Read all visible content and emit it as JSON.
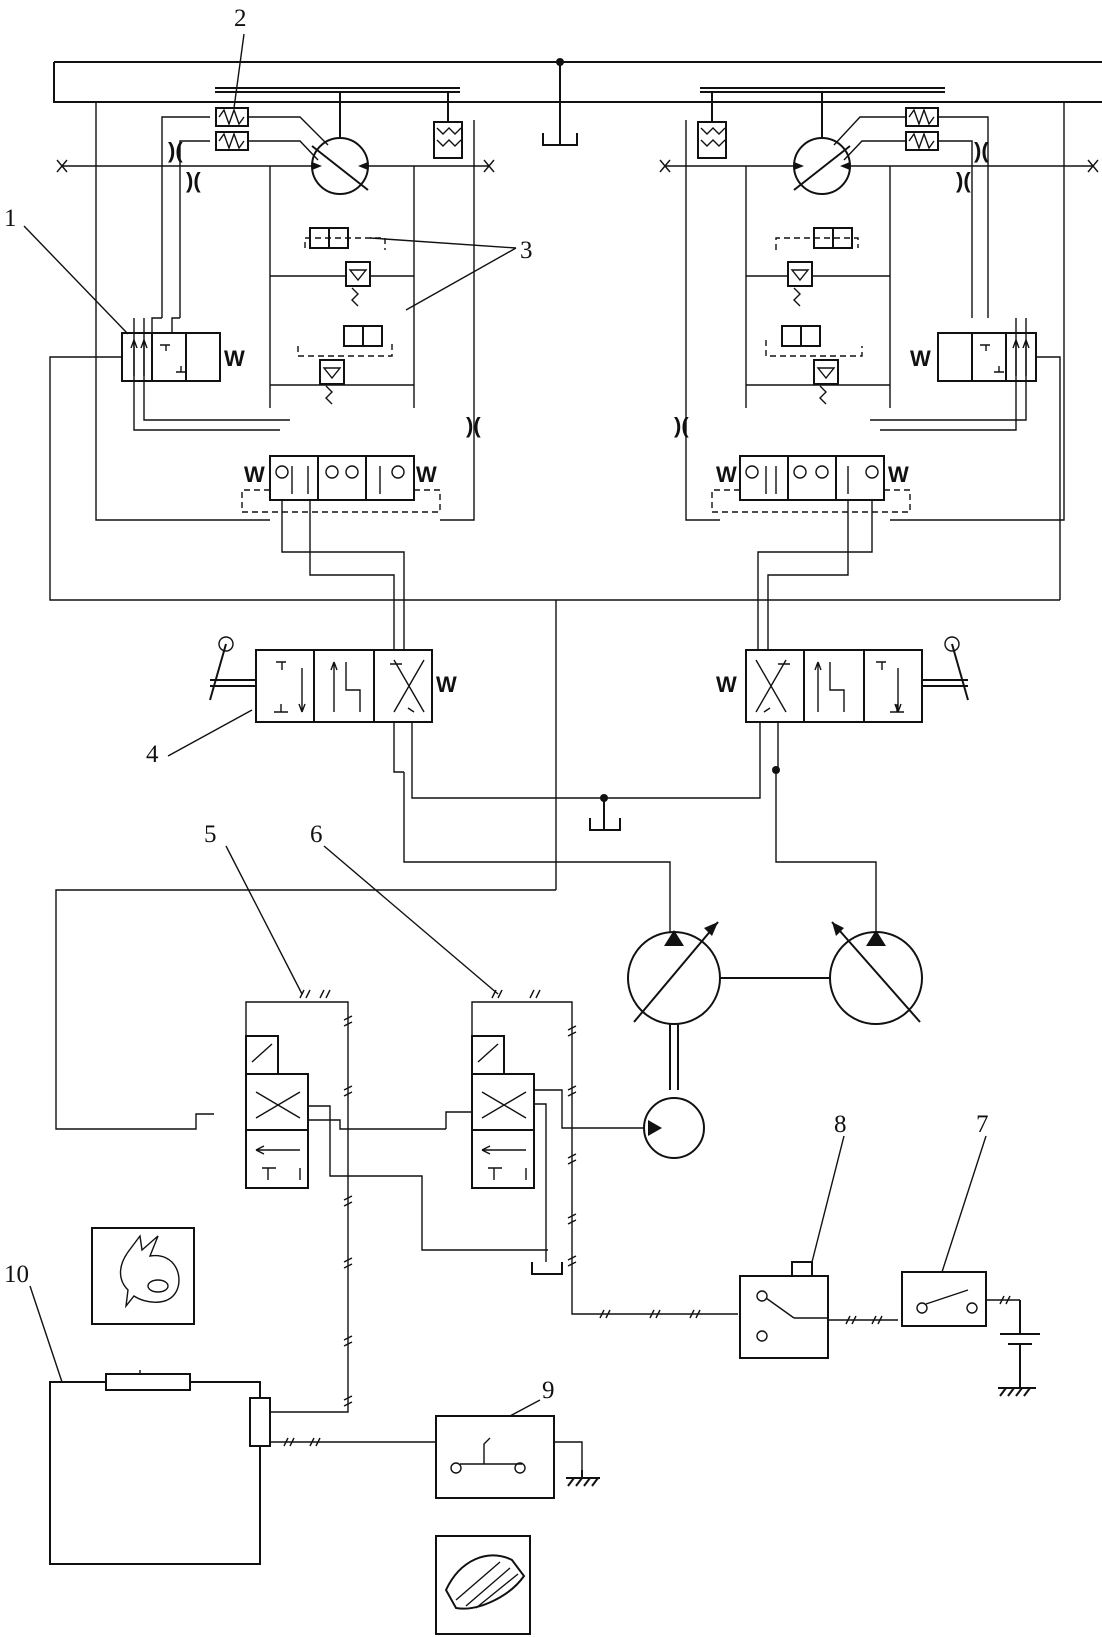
{
  "callouts": {
    "c1": "1",
    "c2": "2",
    "c3": "3",
    "c4": "4",
    "c5": "5",
    "c6": "6",
    "c7": "7",
    "c8": "8",
    "c9": "9",
    "c10": "10"
  },
  "spring_symbol": "W",
  "icons": {
    "indicator_top": "rabbit-icon",
    "indicator_bottom": "turtle-icon"
  }
}
